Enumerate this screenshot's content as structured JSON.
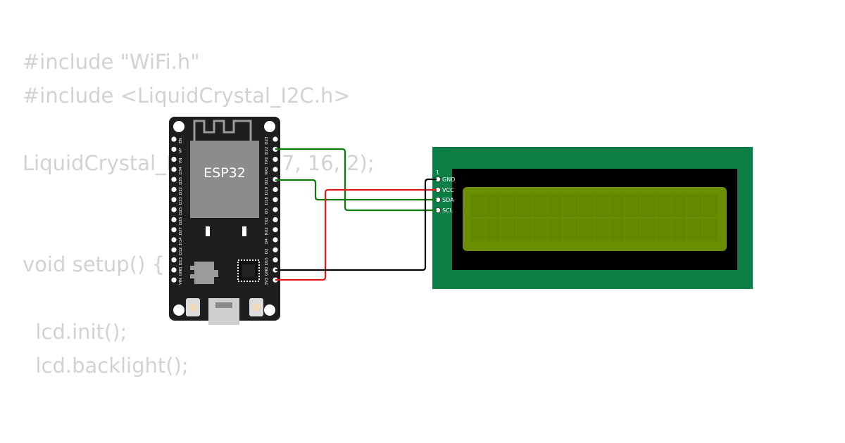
{
  "code_lines": [
    "#include \"WiFi.h\"",
    "#include <LiquidCrystal_I2C.h>",
    "",
    "LiquidCrystal_I2C lcd(0x27, 16, 2);",
    "",
    "",
    "void setup() {",
    "",
    "  lcd.init();",
    "  lcd.backlight();"
  ],
  "esp32": {
    "chip_label": "ESP32",
    "left_pins": [
      "EN",
      "VP",
      "VN",
      "D34",
      "D35",
      "D32",
      "D33",
      "D25",
      "D26",
      "D27",
      "D14",
      "D12",
      "D13",
      "GND",
      "VIN"
    ],
    "right_pins": [
      "D23",
      "D22",
      "TX0",
      "RX0",
      "D21",
      "D19",
      "D18",
      "D5",
      "TX2",
      "RX2",
      "D4",
      "D2",
      "D15",
      "GND",
      "3V3"
    ]
  },
  "lcd": {
    "pin1_marker": "1",
    "pins": [
      "GND",
      "VCC",
      "SDA",
      "SCL"
    ]
  },
  "wires": {
    "colors": {
      "sda_scl": "#0b7a0b",
      "vcc": "#e11b1b",
      "gnd": "#000000"
    }
  },
  "colors": {
    "board": "#1e1e1e",
    "chip_shield": "#8c8c8c",
    "lcd_pcb": "#0a7e44",
    "lcd_bezel": "#000000",
    "lcd_screen": "#6b8e00"
  }
}
